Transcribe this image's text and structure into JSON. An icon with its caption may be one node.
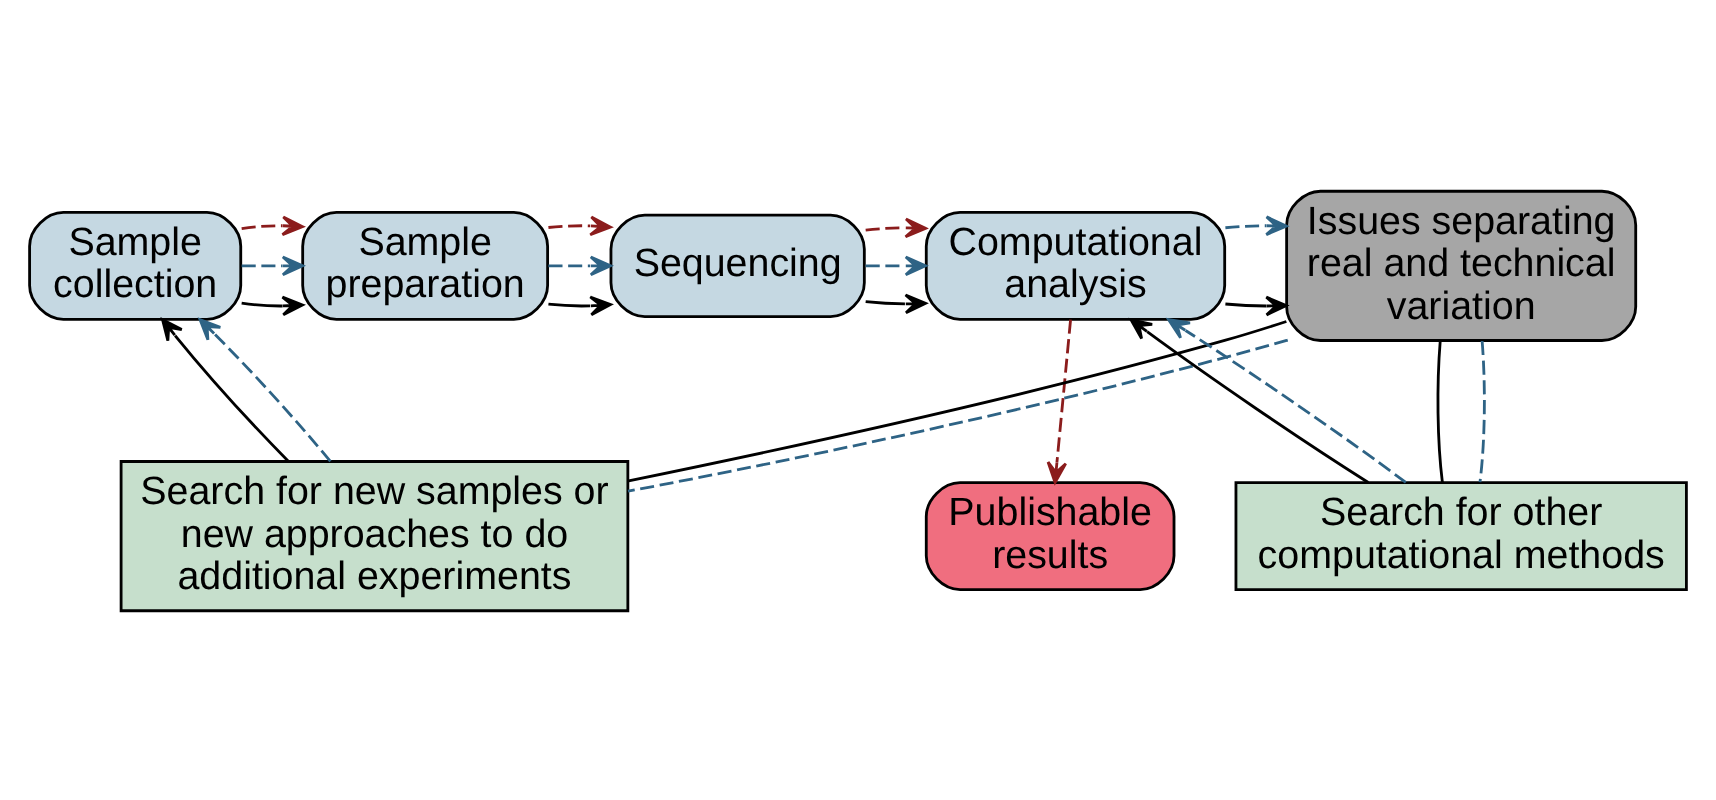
{
  "diagram": {
    "nodes": [
      {
        "text": [
          "Sample collection"
        ]
      },
      {
        "text": [
          "Sample preparation"
        ]
      },
      {
        "text": [
          "Sequencing"
        ]
      },
      {
        "text": [
          "Computational analysis"
        ]
      },
      {
        "text": [
          "Issues separating real and technical variation"
        ]
      },
      {
        "text": [
          "Search for other computational methods"
        ]
      },
      {
        "text": [
          "Search for new samples or new approaches to do additional experiments"
        ]
      },
      {
        "text": [
          "Publishable results"
        ]
      }
    ],
    "edges": [
      {
        "from": 0,
        "to": 1,
        "arrow": "to"
      },
      {
        "from": 0,
        "to": 1,
        "arrow": "to",
        "style": "dashed",
        "color": "#2e6385"
      },
      {
        "from": 0,
        "to": 1,
        "arrow": "to",
        "style": "dashed",
        "color": "#8b1c1c"
      },
      {
        "from": 1,
        "to": 2,
        "arrow": "to"
      },
      {
        "from": 1,
        "to": 2,
        "arrow": "to",
        "style": "dashed",
        "color": "#2e6385"
      },
      {
        "from": 1,
        "to": 2,
        "arrow": "to",
        "style": "dashed",
        "color": "#8b1c1c"
      },
      {
        "from": 2,
        "to": 3,
        "arrow": "to"
      },
      {
        "from": 2,
        "to": 3,
        "arrow": "to",
        "style": "dashed",
        "color": "#2e6385"
      },
      {
        "from": 2,
        "to": 3,
        "arrow": "to",
        "style": "dashed",
        "color": "#8b1c1c"
      },
      {
        "from": 3,
        "to": 4,
        "arrow": "to"
      },
      {
        "from": 3,
        "to": 4,
        "arrow": "to",
        "style": "dashed",
        "color": "#2e6385"
      },
      {
        "from": 3,
        "to": 7,
        "arrow": "to",
        "style": "dashed",
        "color": "#8b1c1c"
      },
      {
        "from": 4,
        "to": 5,
        "arrow": "none"
      },
      {
        "from": 4,
        "to": 5,
        "arrow": "none",
        "style": "dashed",
        "color": "#2e6385"
      },
      {
        "from": 4,
        "to": 6,
        "arrow": "none"
      },
      {
        "from": 4,
        "to": 6,
        "arrow": "none",
        "style": "dashed",
        "color": "#2e6385"
      },
      {
        "from": 5,
        "to": 3,
        "arrow": "to"
      },
      {
        "from": 5,
        "to": 3,
        "arrow": "to",
        "style": "dashed",
        "color": "#2e6385"
      },
      {
        "from": 6,
        "to": 0,
        "arrow": "to"
      },
      {
        "from": 6,
        "to": 0,
        "arrow": "to",
        "style": "dashed",
        "color": "#2e6385"
      }
    ]
  }
}
